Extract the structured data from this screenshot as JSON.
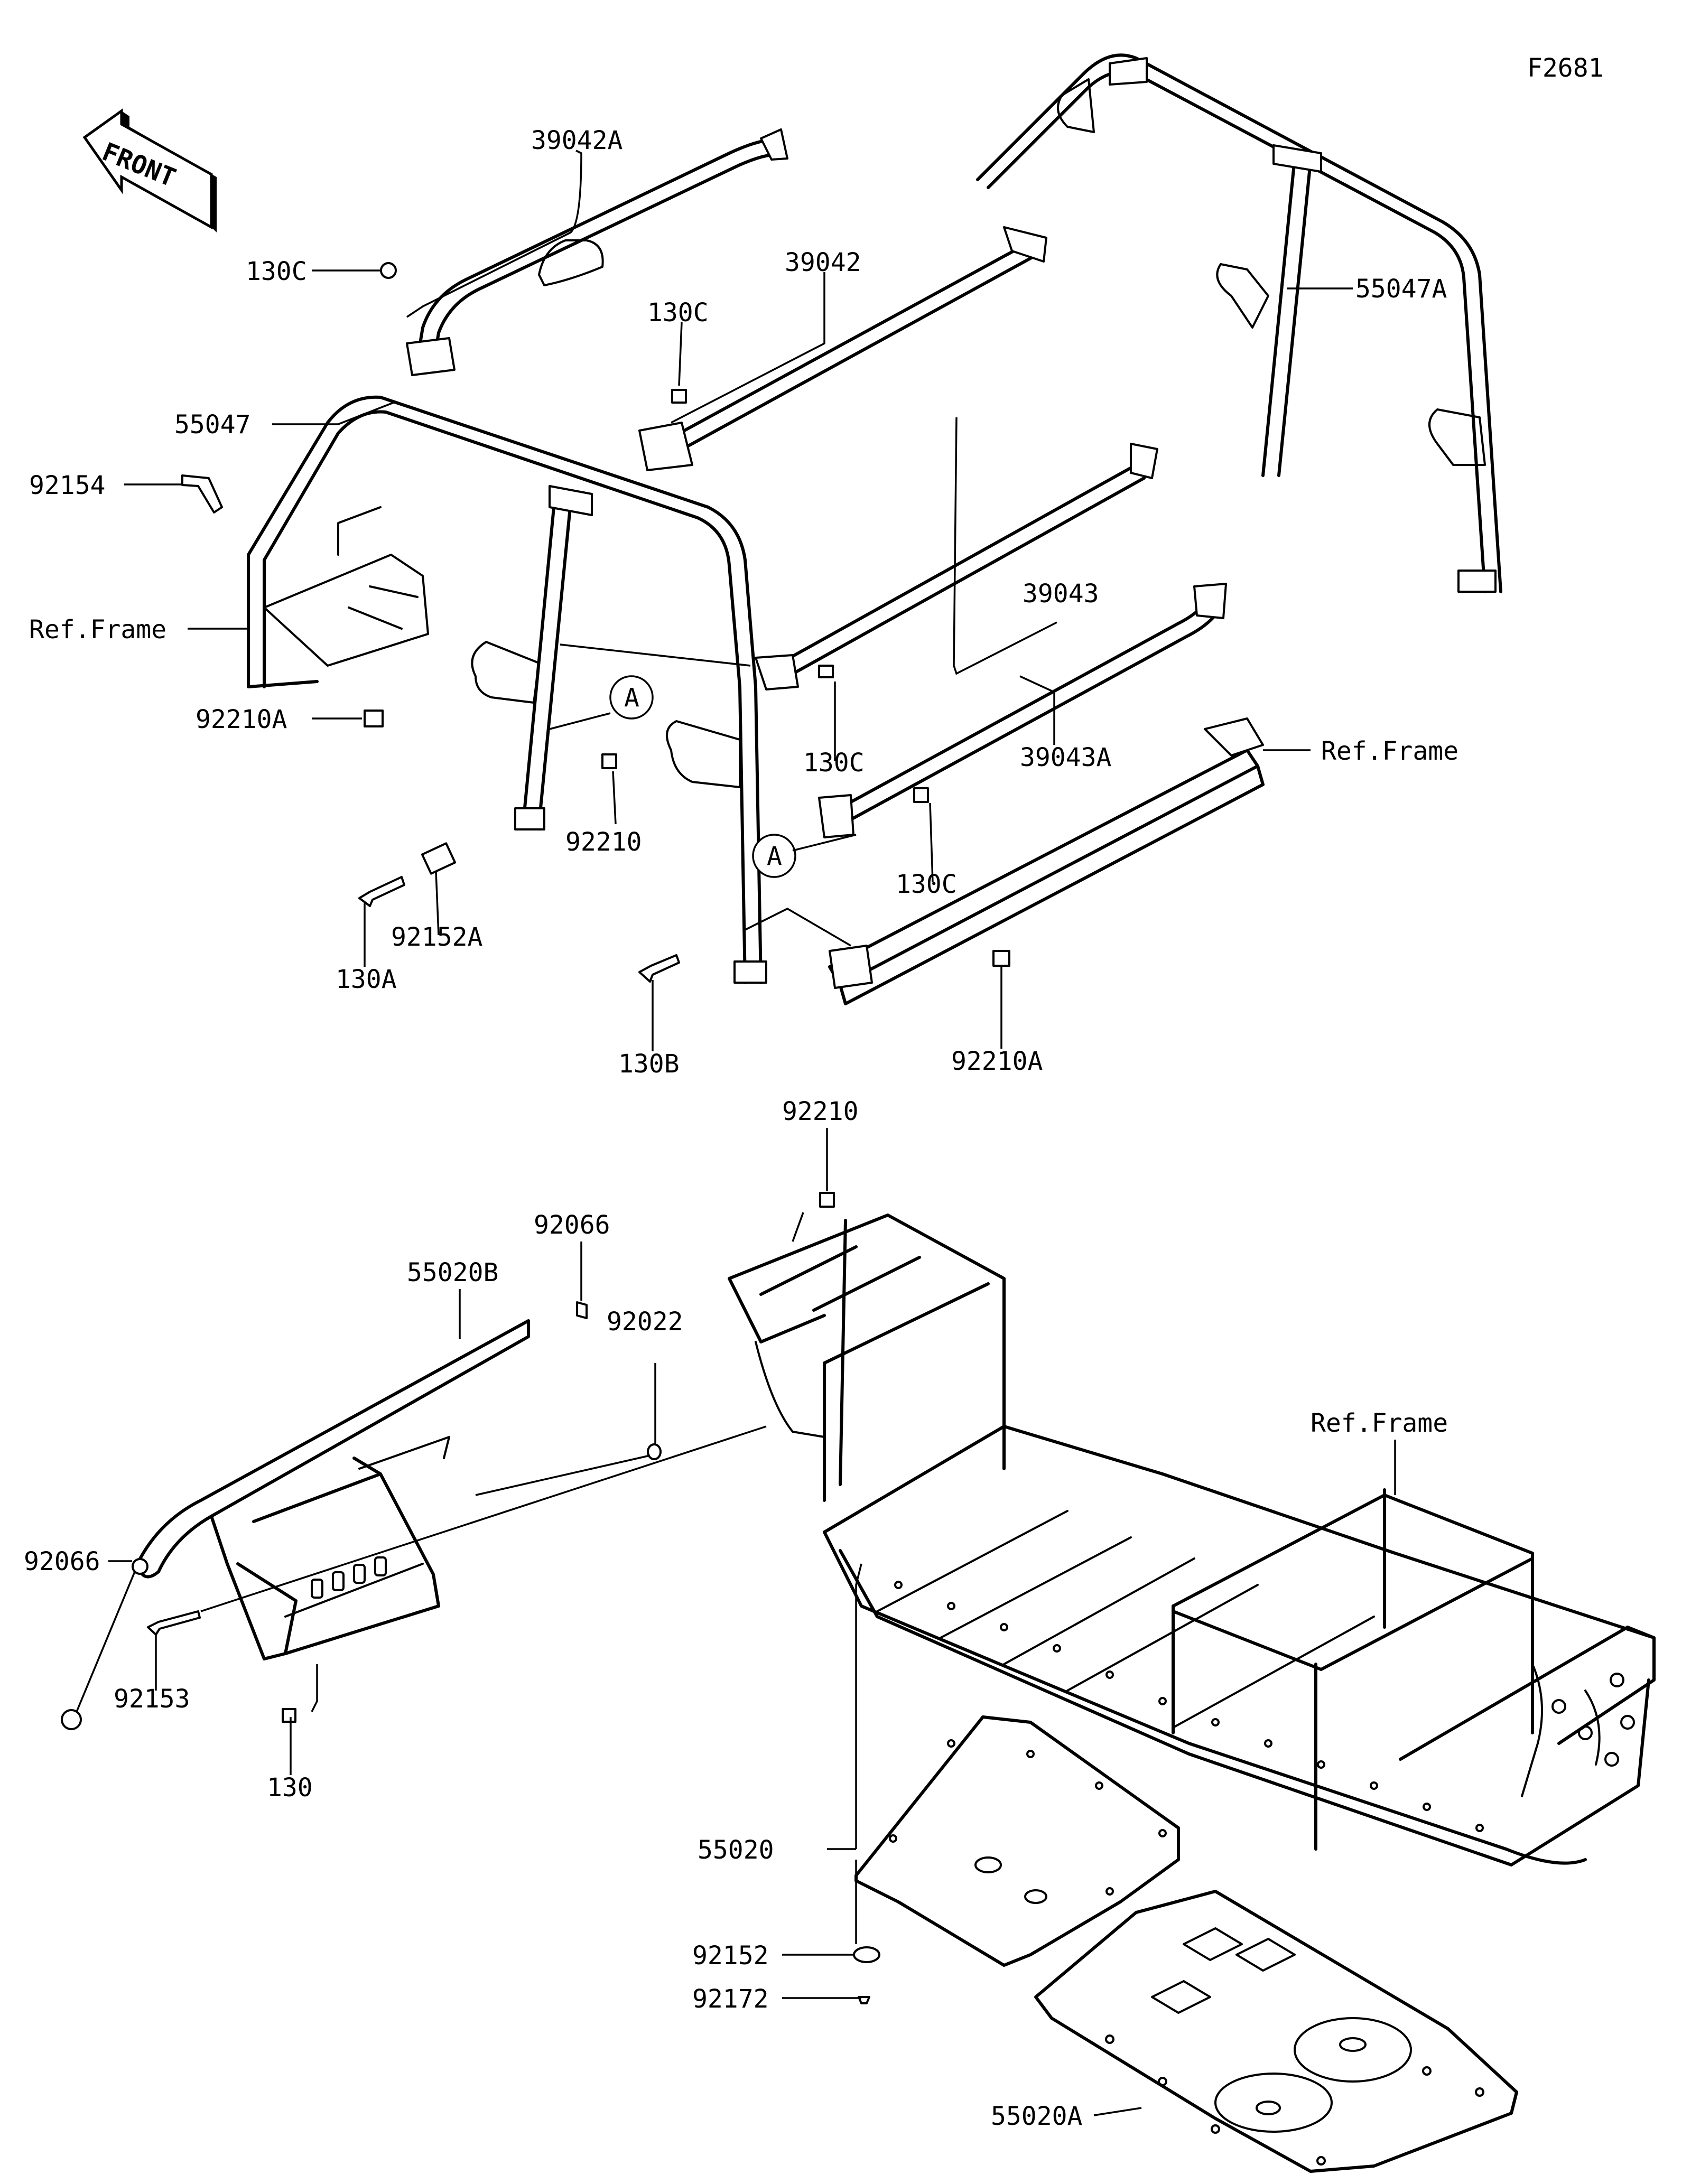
{
  "figure_id": "F2681",
  "front_arrow_text": "FRONT",
  "callout_marker": "A",
  "labels": {
    "p39042A": "39042A",
    "p130C_a": "130C",
    "p39042": "39042",
    "p130C_b": "130C",
    "p55047A": "55047A",
    "p55047": "55047",
    "p92154": "92154",
    "pRefFrame_a": "Ref.Frame",
    "p92210A_a": "92210A",
    "p39043": "39043",
    "p130C_c": "130C",
    "p39043A": "39043A",
    "pRefFrame_b": "Ref.Frame",
    "p92210_a": "92210",
    "p130C_d": "130C",
    "p92152A": "92152A",
    "p130A": "130A",
    "p130B": "130B",
    "p92210A_b": "92210A",
    "p92210_b": "92210",
    "p92066_a": "92066",
    "p55020B": "55020B",
    "p92022": "92022",
    "pRefFrame_c": "Ref.Frame",
    "p92066_b": "92066",
    "p92153": "92153",
    "p130": "130",
    "p55020": "55020",
    "p92152": "92152",
    "p92172": "92172",
    "p55020A": "55020A"
  }
}
